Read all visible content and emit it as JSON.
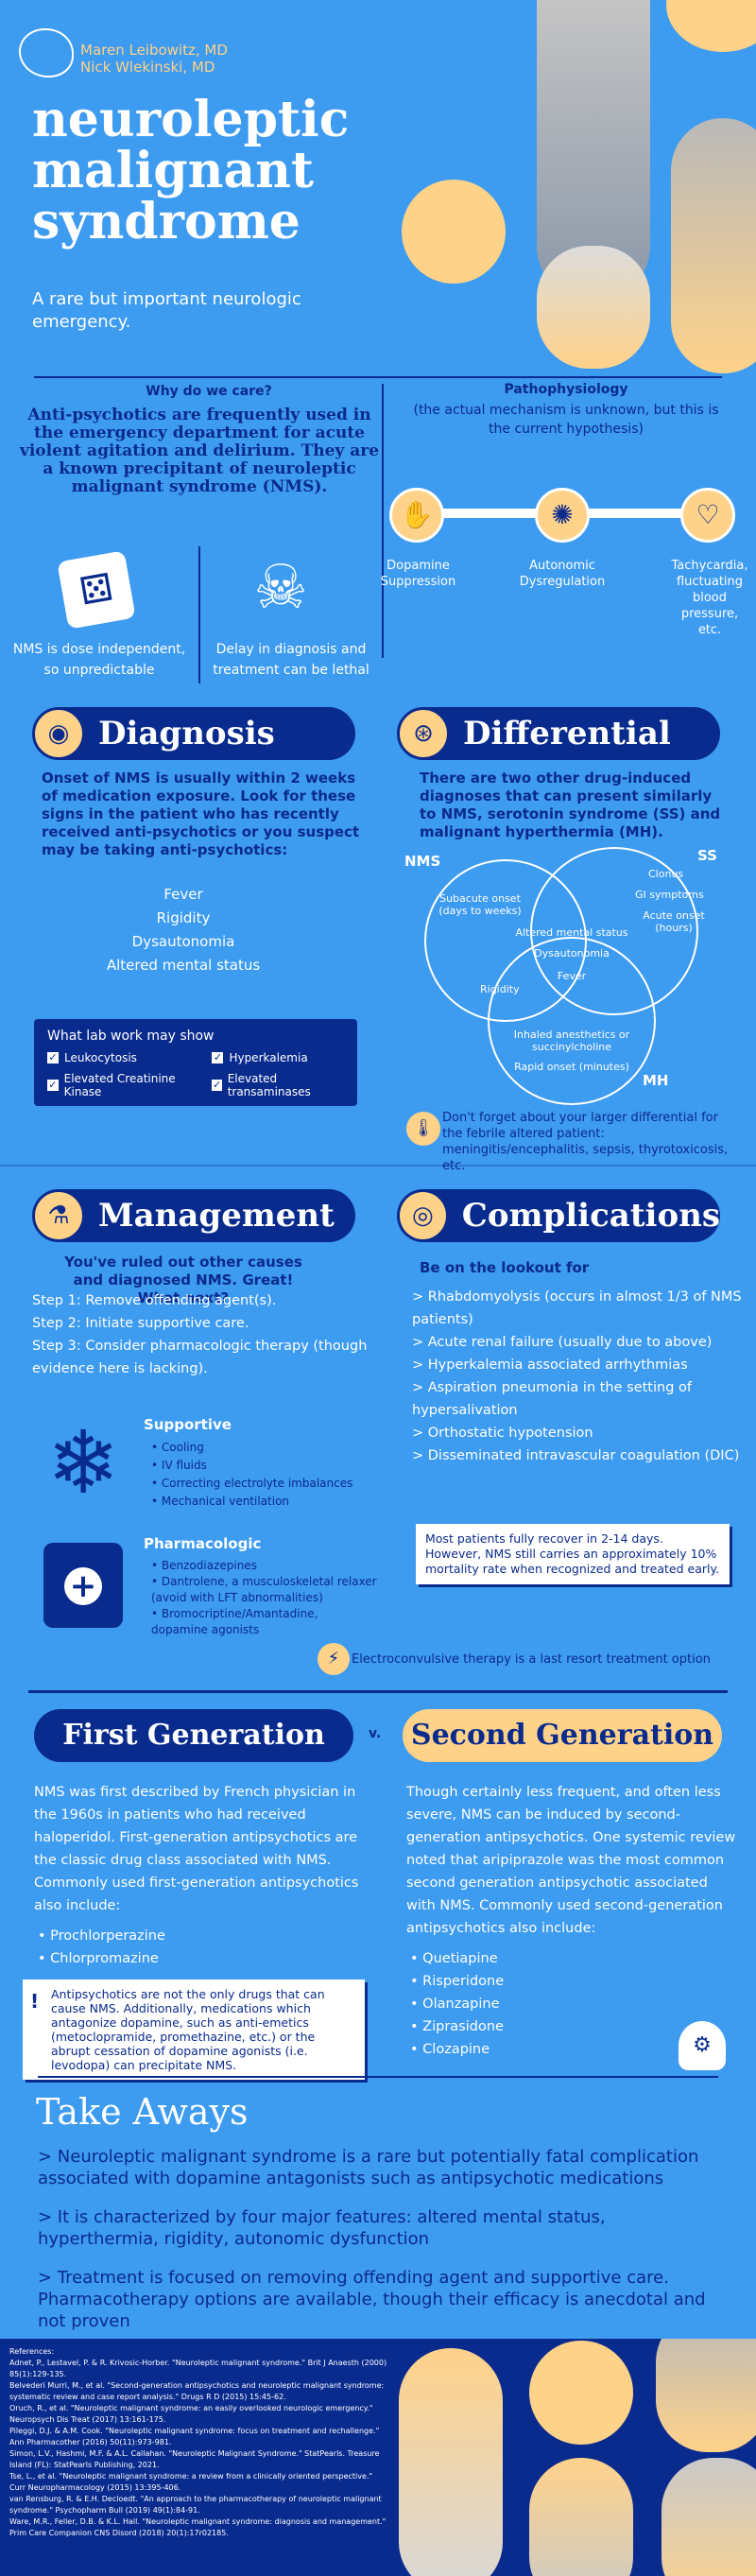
{
  "header": {
    "authors": [
      "Maren Leibowitz, MD",
      "Nick Wlekinski, MD"
    ],
    "title_lines": [
      "neuroleptic",
      "malignant",
      "syndrome"
    ],
    "subtitle": "A rare but important neurologic emergency."
  },
  "why": {
    "heading": "Why do we care?",
    "body": "Anti-psychotics are frequently used in the emergency department for acute violent agitation and delirium. They are a known precipitant of neuroleptic malignant syndrome (NMS).",
    "dice_caption": "NMS is dose independent, so unpredictable",
    "skull_caption": "Delay in diagnosis and treatment can be lethal"
  },
  "patho": {
    "heading": "Pathophysiology",
    "sub": "(the actual mechanism is unknown, but this is the current hypothesis)",
    "steps": [
      "Dopamine Suppression",
      "Autonomic Dysregulation",
      "Tachycardia, fluctuating blood pressure, etc."
    ]
  },
  "diagnosis": {
    "title": "Diagnosis",
    "intro": "Onset of NMS is usually within 2 weeks of medication exposure. Look for these signs in the patient who has recently received anti-psychotics or you suspect may be taking anti-psychotics:",
    "signs": [
      "Fever",
      "Rigidity",
      "Dysautonomia",
      "Altered mental status"
    ],
    "lab_heading": "What lab work may show",
    "labs": [
      "Leukocytosis",
      "Hyperkalemia",
      "Elevated Creatinine Kinase",
      "Elevated transaminases"
    ]
  },
  "differential": {
    "title": "Differential",
    "intro": "There are two other drug-induced diagnoses that can present similarly to NMS, serotonin syndrome (SS) and malignant hyperthermia (MH).",
    "labels": {
      "nms": "NMS",
      "ss": "SS",
      "mh": "MH"
    },
    "regions": {
      "nms_ss": "Subacute onset (days to weeks)",
      "ss_only_1": "Clonus",
      "ss_only_2": "GI symptoms",
      "ss_only_3": "Acute onset (hours)",
      "center_1": "Altered mental status",
      "center_2": "Dysautonomia",
      "center_3": "Fever",
      "nms_mh": "Rigidity",
      "ss_mh": "Inhaled anesthetics or succinylcholine",
      "mh_only": "Rapid onset (minutes)"
    },
    "note": "Don't forget about your larger differential for the febrile altered patient: meningitis/encephalitis, sepsis, thyrotoxicosis, etc."
  },
  "management": {
    "title": "Management",
    "intro": "You've ruled out other causes and diagnosed NMS. Great! What next?",
    "steps": [
      "Step 1: Remove offending agent(s).",
      "Step 2: Initiate supportive care.",
      "Step 3: Consider pharmacologic therapy (though evidence here is lacking)."
    ],
    "supportive_heading": "Supportive",
    "supportive": [
      "Cooling",
      "IV fluids",
      "Correcting electrolyte imbalances",
      "Mechanical ventilation"
    ],
    "pharm_heading": "Pharmacologic",
    "pharm": [
      "Benzodiazepines",
      "Dantrolene, a musculoskeletal relaxer (avoid with LFT abnormalities)",
      "Bromocriptine/Amantadine, dopamine agonists"
    ],
    "ect": "Electroconvulsive therapy is a last resort treatment option"
  },
  "complications": {
    "title": "Complications",
    "lookout": "Be on the lookout for",
    "items": [
      "> Rhabdomyolysis (occurs in almost 1/3 of NMS patients)",
      "> Acute renal failure (usually due to above)",
      "> Hyperkalemia associated arrhythmias",
      "> Aspiration pneumonia in the setting of hypersalivation",
      "> Orthostatic hypotension",
      "> Disseminated intravascular coagulation (DIC)"
    ],
    "recovery": "Most patients fully recover in 2-14 days. However, NMS still carries an approximately 10% mortality rate when recognized and treated early."
  },
  "generations": {
    "first_title": "First Generation",
    "vs": "v.",
    "second_title": "Second Generation",
    "first_body": "NMS was first described by French physician in the 1960s in patients who had received haloperidol. First-generation antipsychotics are the classic drug class associated with NMS. Commonly used first-generation antipsychotics also include:",
    "first_list": [
      "Prochlorperazine",
      "Chlorpromazine"
    ],
    "warning": "Antipsychotics are not the only drugs that can cause NMS. Additionally, medications which antagonize dopamine, such as anti-emetics (metoclopramide, promethazine, etc.) or the abrupt cessation of dopamine agonists (i.e. levodopa) can precipitate NMS.",
    "second_body": "Though certainly less frequent, and often less severe, NMS can be induced by second-generation antipsychotics. One systemic review noted that aripiprazole was the most common second generation antipsychotic associated with NMS. Commonly used second-generation antipsychotics also include:",
    "second_list": [
      "Quetiapine",
      "Risperidone",
      "Olanzapine",
      "Ziprasidone",
      "Clozapine"
    ]
  },
  "takeaways": {
    "title": "Take Aways",
    "items": [
      "> Neuroleptic malignant syndrome is a rare but potentially fatal complication associated with dopamine antagonists such as antipsychotic medications",
      "> It is characterized by four major features: altered mental status, hyperthermia, rigidity, autonomic dysfunction",
      "> Treatment is focused on removing offending agent and supportive care. Pharmacotherapy options are available, though their efficacy is anecdotal and not proven"
    ]
  },
  "references": {
    "heading": "References:",
    "items": [
      "Adnet, P., Lestavel, P. & R. Krivosic-Horber. \"Neuroleptic malignant syndrome.\" Brit J Anaesth (2000) 85(1):129-135.",
      "Belvederi Murri, M., et al. \"Second-generation antipsychotics and neuroleptic malignant syndrome: systematic review and case report analysis.\" Drugs R D (2015) 15:45-62.",
      "Oruch, R., et al. \"Neuroleptic malignant syndrome: an easily overlooked neurologic emergency.\" Neuropsych Dis Treat (2017) 13:161-175.",
      "Pileggi, D.J. & A.M. Cook. \"Neuroleptic malignant syndrome: focus on treatment and rechallenge.\" Ann Pharmacother (2016) 50(11):973-981.",
      "Simon, L.V., Hashmi, M.F. & A.L. Callahan. \"Neuroleptic Malignant Syndrome.\" StatPearls. Treasure Island (FL): StatPearls Publishing, 2021.",
      "Tse, L., et al. \"Neuroleptic malignant syndrome: a review from a clinically oriented perspective.\" Curr Neuropharmacology (2015) 13:395-406.",
      "van Rensburg, R. & E.H. Decloedt. \"An approach to the pharmacotherapy of neuroleptic malignant syndrome.\" Psychopharm Bull (2019) 49(1):84-91.",
      "Ware, M.R., Feller, D.B. & K.L. Hall. \"Neuroleptic malignant syndrome: diagnosis and management.\" Prim Care Companion CNS Disord (2018) 20(1):17r02185."
    ]
  },
  "colors": {
    "background": "#3d9bf0",
    "navy": "#0a2b8e",
    "peach": "#ffd28a"
  }
}
